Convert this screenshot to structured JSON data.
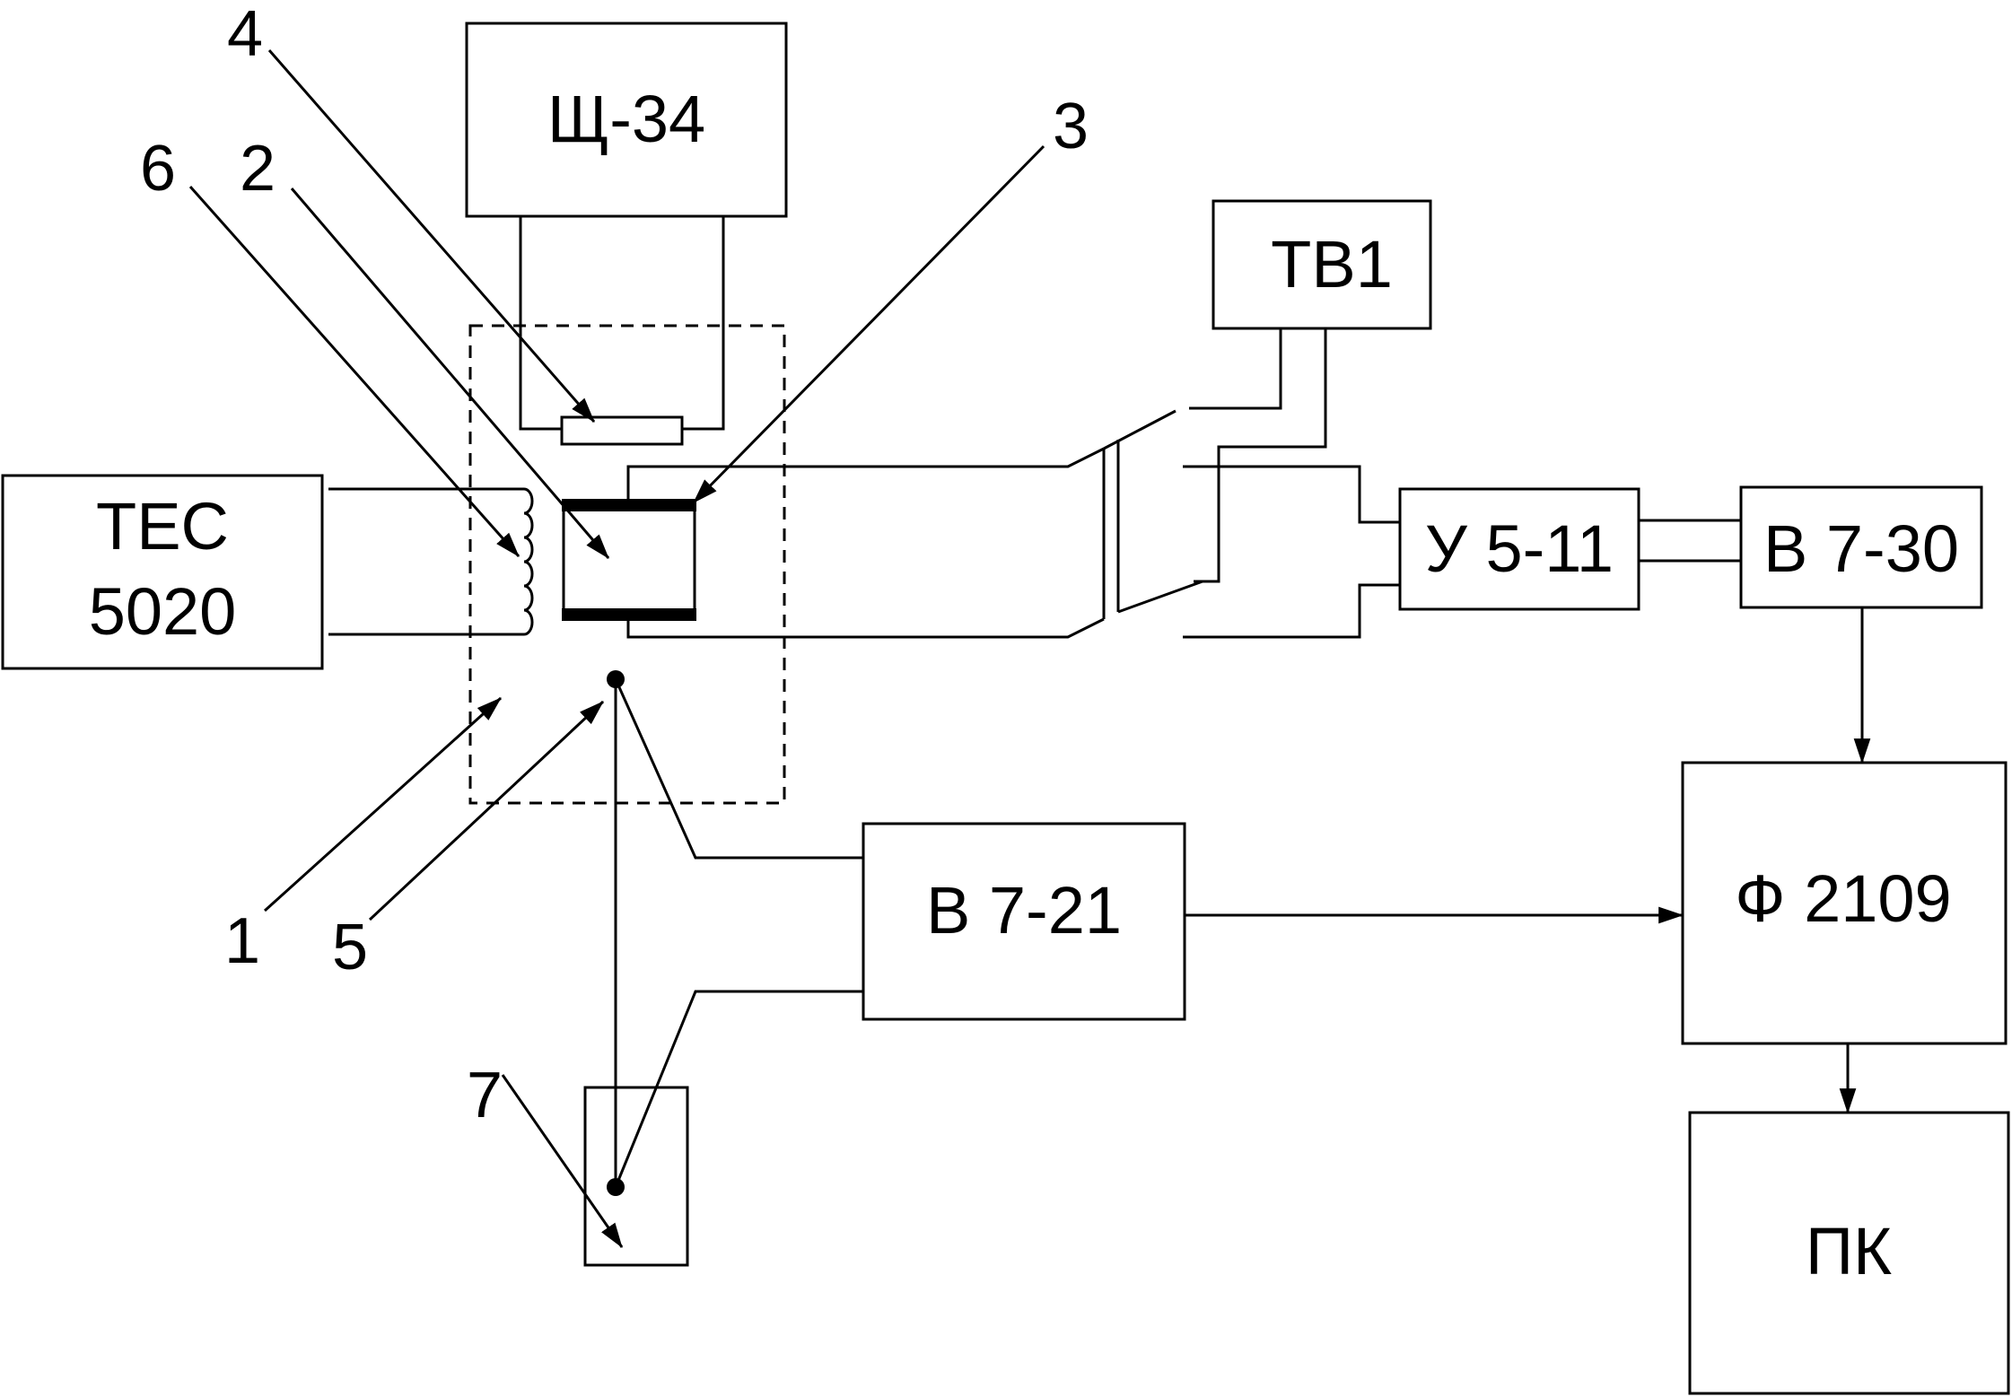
{
  "blocks": {
    "shch34": "Щ-34",
    "tes_line1": "ТЕС",
    "tes_line2": "5020",
    "tv1": "ТВ1",
    "u511": "У 5-11",
    "v730": "В 7-30",
    "v721": "В 7-21",
    "f2109": "Ф 2109",
    "pk": "ПК"
  },
  "callouts": {
    "n1": "1",
    "n2": "2",
    "n3": "3",
    "n4": "4",
    "n5": "5",
    "n6": "6",
    "n7": "7"
  }
}
